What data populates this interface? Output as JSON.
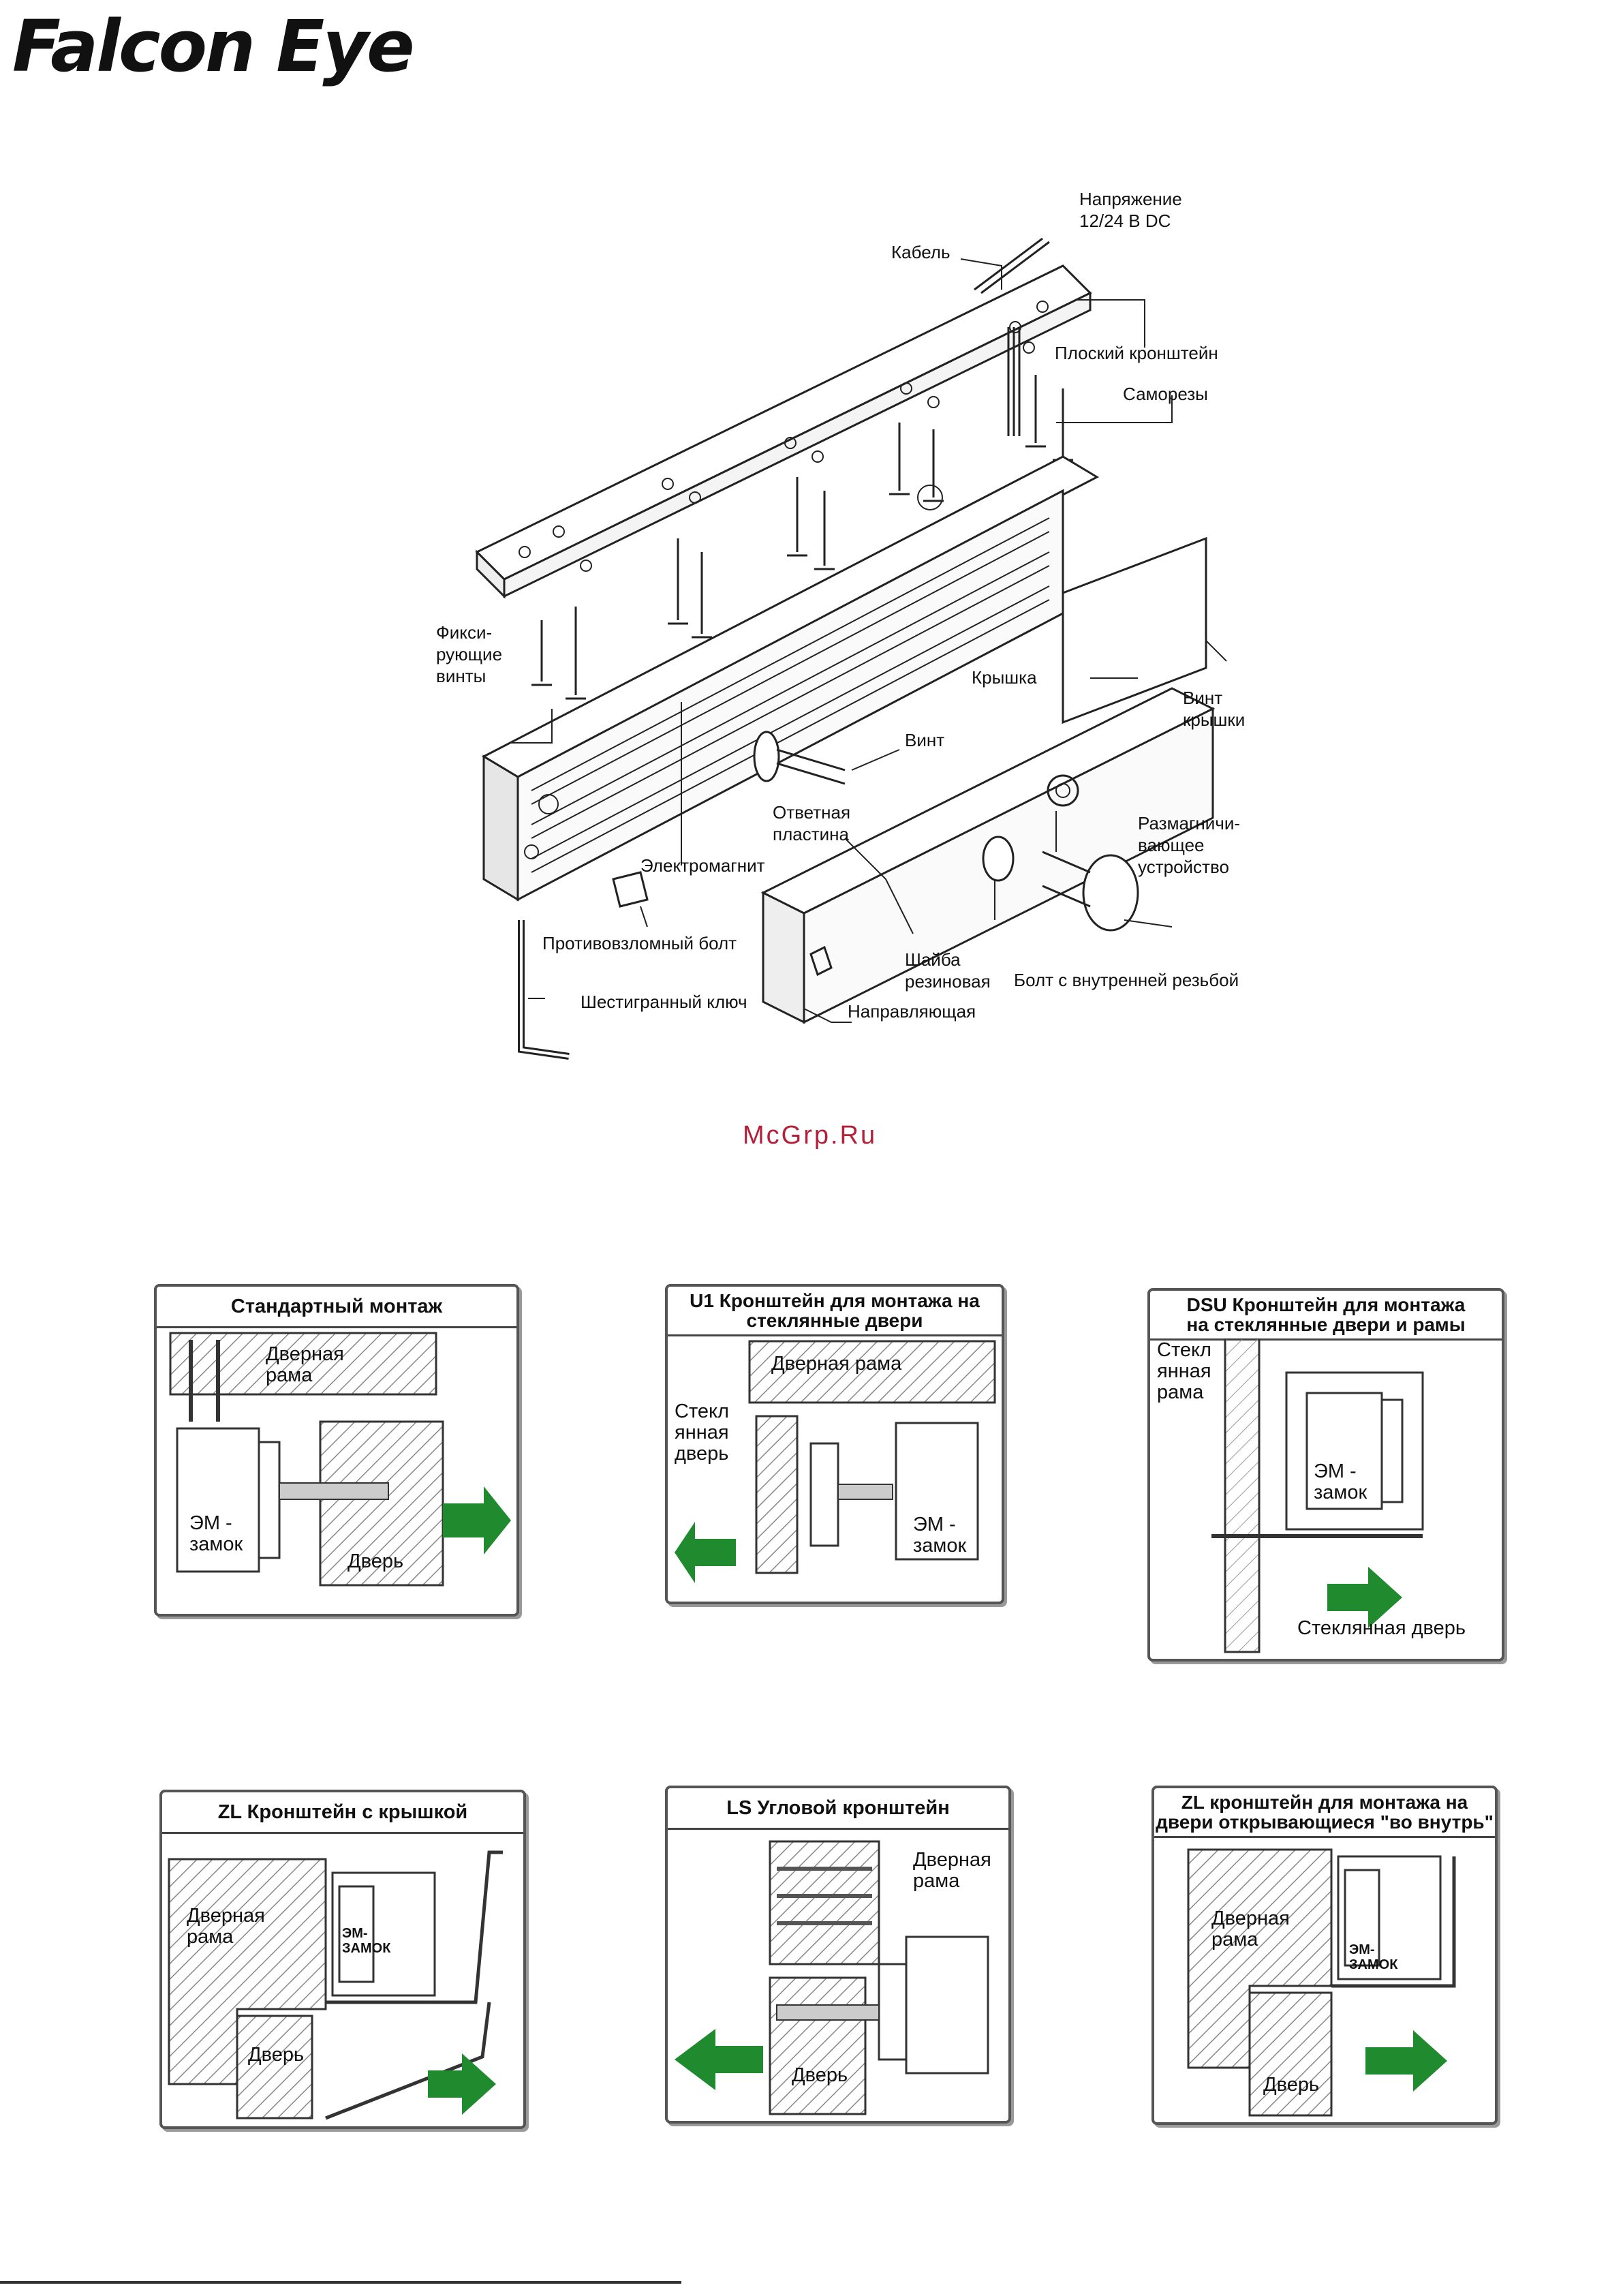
{
  "brand": {
    "logo_text": "Falcon Eye"
  },
  "watermark": "McGrp.Ru",
  "diagram": {
    "labels": {
      "voltage": "Напряжение\n12/24 В DC",
      "cable": "Кабель",
      "flat_bracket": "Плоский кронштейн",
      "self_tapping": "Саморезы",
      "fixing_screws": "Фикси-\nрующие\nвинты",
      "cover": "Крышка",
      "cover_screw": "Винт\nкрышки",
      "screw": "Винт",
      "armature": "Ответная\nпластина",
      "electromagnet": "Электромагнит",
      "demagnetizer": "Размагничи-\nвающее\nустройство",
      "anti_tamper": "Противовзломный болт",
      "washer": "Шайба\nрезиновая",
      "sex_bolt": "Болт с внутренней резьбой",
      "hex_key": "Шестигранный ключ",
      "guide": "Направляющая"
    }
  },
  "panels": [
    {
      "title": "Стандартный монтаж",
      "labels": [
        "Дверная\nрама",
        "ЭМ -\nзамок",
        "Дверь"
      ]
    },
    {
      "title": "U1 Кронштейн для монтажа на\nстеклянные двери",
      "labels": [
        "Дверная рама",
        "Стекл\nянная\nдверь",
        "ЭМ -\nзамок"
      ]
    },
    {
      "title": "DSU Кронштейн для монтажа\nна стеклянные двери и рамы",
      "labels": [
        "Стекл\nянная\nрама",
        "ЭМ -\nзамок",
        "Стеклянная дверь"
      ]
    },
    {
      "title": "ZL Кронштейн с крышкой",
      "labels": [
        "Дверная\nрама",
        "ЭМ-\nЗАМОК",
        "Дверь"
      ]
    },
    {
      "title": "LS Угловой кронштейн",
      "labels": [
        "Дверная\nрама",
        "Дверь"
      ]
    },
    {
      "title": "ZL кронштейн  для монтажа на\nдвери открывающиеся \"во внутрь\"",
      "labels": [
        "Дверная\nрама",
        "ЭМ-\nЗАМОК",
        "Дверь"
      ]
    }
  ],
  "colors": {
    "arrow": "#1f8a2e",
    "outline": "#333333",
    "watermark": "#b4203a"
  }
}
